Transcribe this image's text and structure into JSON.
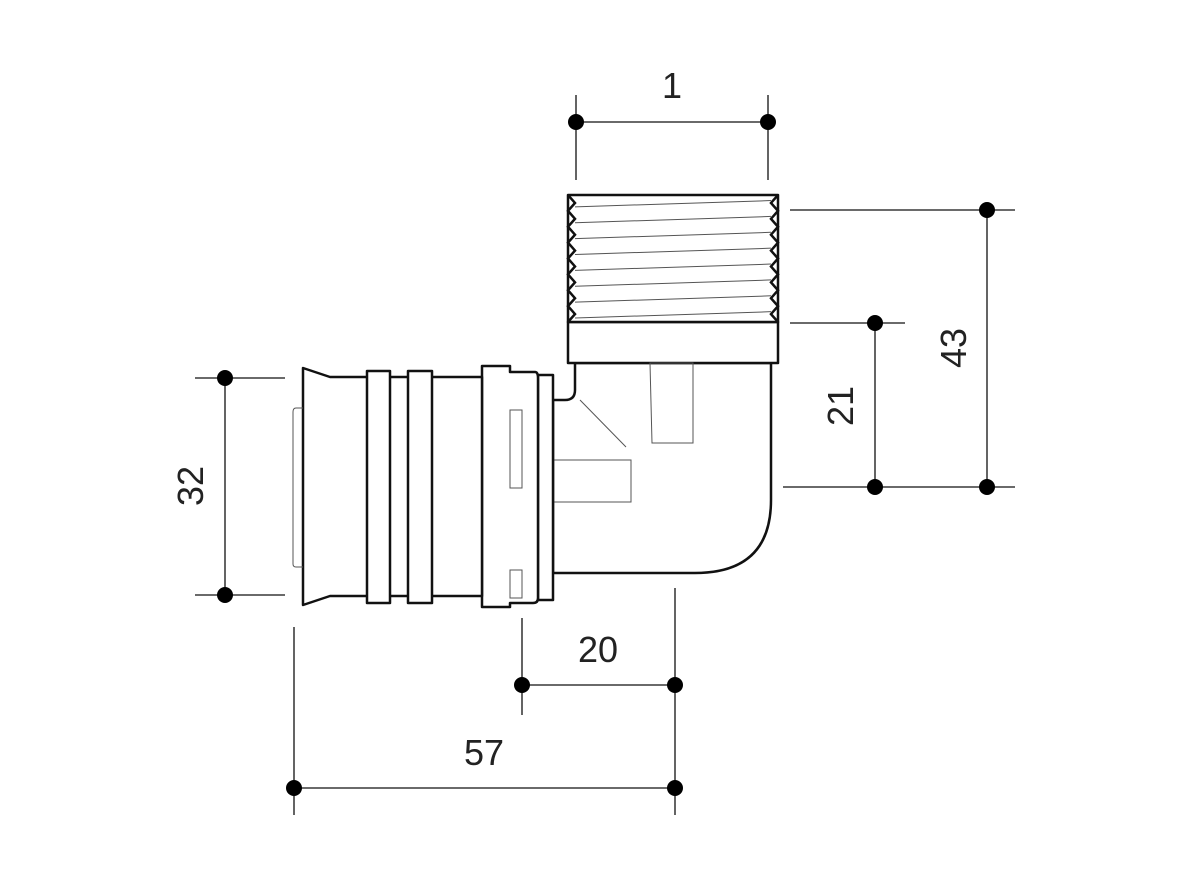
{
  "title": "Press elbow with male thread - dimension drawing",
  "dimensions": {
    "thread_size": "1",
    "overall_height": "43",
    "thread_to_axis": "21",
    "pipe_diameter": "32",
    "socket_depth": "20",
    "overall_length": "57"
  },
  "colors": {
    "line": "#111111",
    "background": "#ffffff"
  }
}
